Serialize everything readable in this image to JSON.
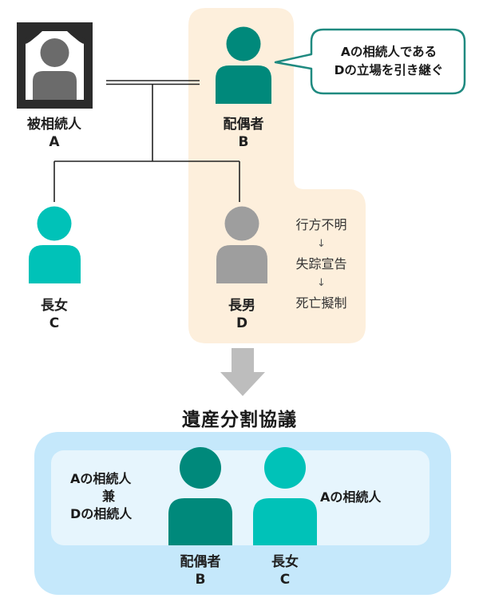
{
  "colors": {
    "spouse": "#00897b",
    "daughter": "#00c2b8",
    "son": "#9e9e9e",
    "deceased_person": "#6b6b6b",
    "frame": "#2b2b2b",
    "highlight_bg": "#fdefdc",
    "bubble_border": "#1f8a80",
    "arrow": "#bdbdbd",
    "outer_box": "#c5e8fb",
    "inner_box": "#e6f5fd"
  },
  "family": {
    "decedent": {
      "role": "被相続人",
      "letter": "A",
      "icon": "memorial-portrait-icon"
    },
    "spouse": {
      "role": "配偶者",
      "letter": "B",
      "icon": "person-icon"
    },
    "daughter": {
      "role": "長女",
      "letter": "C",
      "icon": "person-icon"
    },
    "son": {
      "role": "長男",
      "letter": "D",
      "icon": "person-icon"
    }
  },
  "speech_bubble": {
    "line1": "Aの相続人である",
    "line2": "Dの立場を引き継ぐ"
  },
  "son_status": {
    "steps": [
      "行方不明",
      "失踪宣告",
      "死亡擬制"
    ],
    "arrow": "↓"
  },
  "transition_icon": "down-arrow-icon",
  "agreement": {
    "title": "遺産分割協議",
    "spouse_note": {
      "line1": "Aの相続人",
      "line2": "兼",
      "line3": "Dの相続人"
    },
    "daughter_note": "Aの相続人",
    "spouse": {
      "role": "配偶者",
      "letter": "B"
    },
    "daughter": {
      "role": "長女",
      "letter": "C"
    }
  }
}
